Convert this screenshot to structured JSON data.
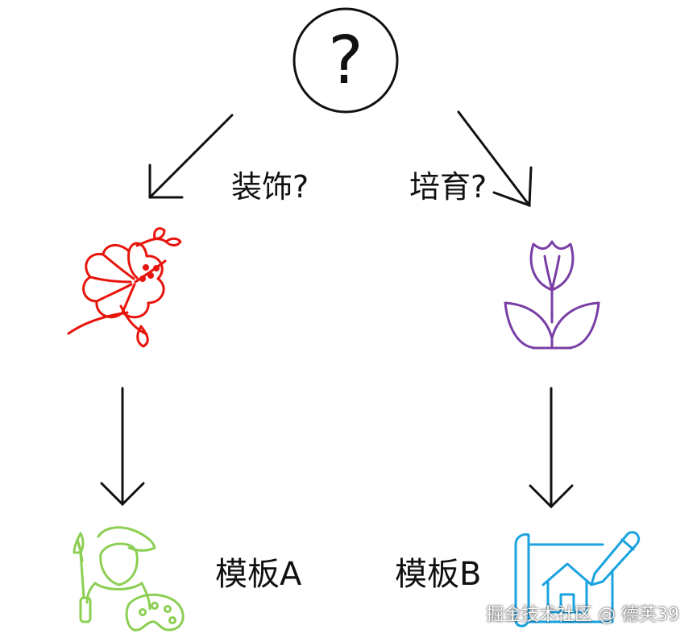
{
  "root": {
    "symbol": "?"
  },
  "branches": {
    "left": {
      "question": "装饰?",
      "template": "模板A",
      "icon": "hibiscus-flower-icon",
      "color": "#e8140c"
    },
    "right": {
      "question": "培育?",
      "template": "模板B",
      "icon": "tulip-icon",
      "color": "#7a3fa6"
    }
  },
  "bottom_icons": {
    "left": {
      "icon": "painter-artist-icon",
      "color": "#8ccf52"
    },
    "right": {
      "icon": "house-blueprint-icon",
      "color": "#1aa3e0"
    }
  },
  "watermark": "掘金技术社区 @ 德芙39"
}
